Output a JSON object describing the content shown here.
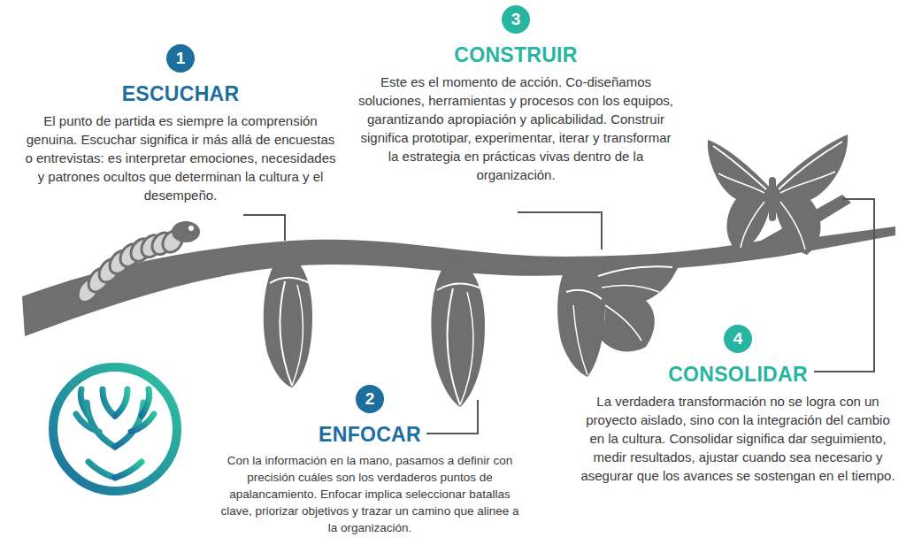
{
  "diagram": {
    "nodes": [
      {
        "text": [
          "1",
          "ESCUCHAR",
          "El punto de partida es siempre la comprensión genuina. Escuchar significa ir más allá de encuestas o entrevistas: es interpretar emociones, necesidades y patrones ocultos que determinan la cultura y el desempeño."
        ]
      },
      {
        "text": [
          "2",
          "ENFOCAR",
          "Con la información en la mano, pasamos a definir con precisión cuáles son los verdaderos puntos de apalancamiento. Enfocar implica seleccionar batallas clave, priorizar objetivos y trazar un camino que alinee a la organización."
        ]
      },
      {
        "text": [
          "3",
          "CONSTRUIR",
          "Este es el momento de acción. Co-diseñamos soluciones, herramientas y procesos con los equipos, garantizando apropiación y aplicabilidad. Construir significa prototipar, experimentar, iterar y transformar la estrategia en prácticas vivas dentro de la organización."
        ]
      },
      {
        "text": [
          "4",
          "CONSOLIDAR",
          "La verdadera transformación no se logra con un proyecto aislado, sino con la integración del cambio en la cultura. Consolidar significa dar seguimiento, medir resultados, ajustar cuando sea necesario y asegurar que los avances se sostengan en el tiempo."
        ]
      }
    ]
  }
}
